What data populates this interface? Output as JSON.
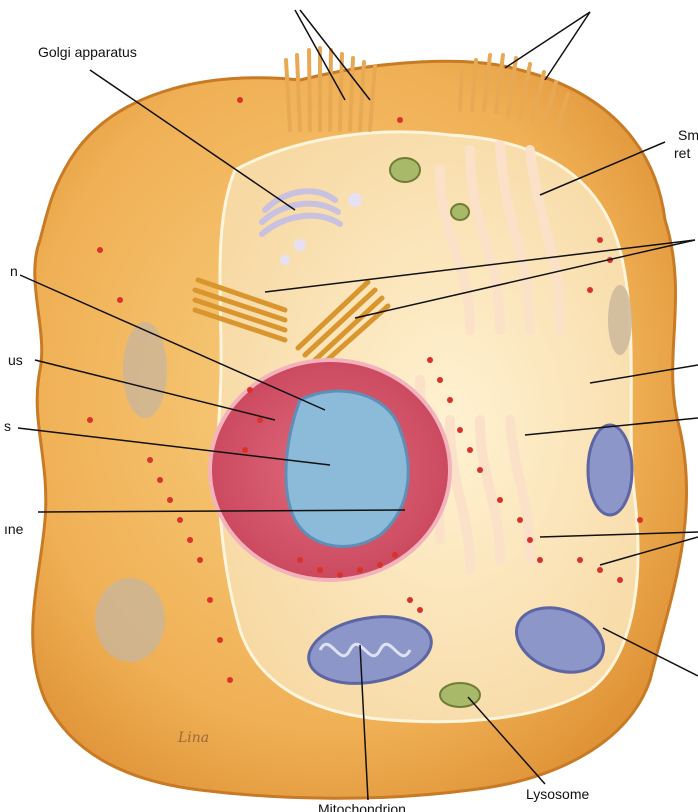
{
  "labels": {
    "golgi": "Golgi apparatus",
    "smooth_er_line1": "Sm",
    "smooth_er_line2": "ret",
    "left_n": "n",
    "left_us": "us",
    "left_s": "s",
    "left_ane": "ıne",
    "lysosome": "Lysosome",
    "mitochondrion": "Mitochondrion"
  },
  "signature": "Lina",
  "colors": {
    "cytoplasm": "#f2b85a",
    "cell_outline": "#d98b2e",
    "inner_cytoplasm": "#fbe6b8",
    "nucleus": "#d9556a",
    "nucleolus": "#7fb3d6",
    "er": "#f6cfb0",
    "mitochondrion": "#8d96c9",
    "ribosome": "#d9322b",
    "leader_line": "#111111"
  }
}
